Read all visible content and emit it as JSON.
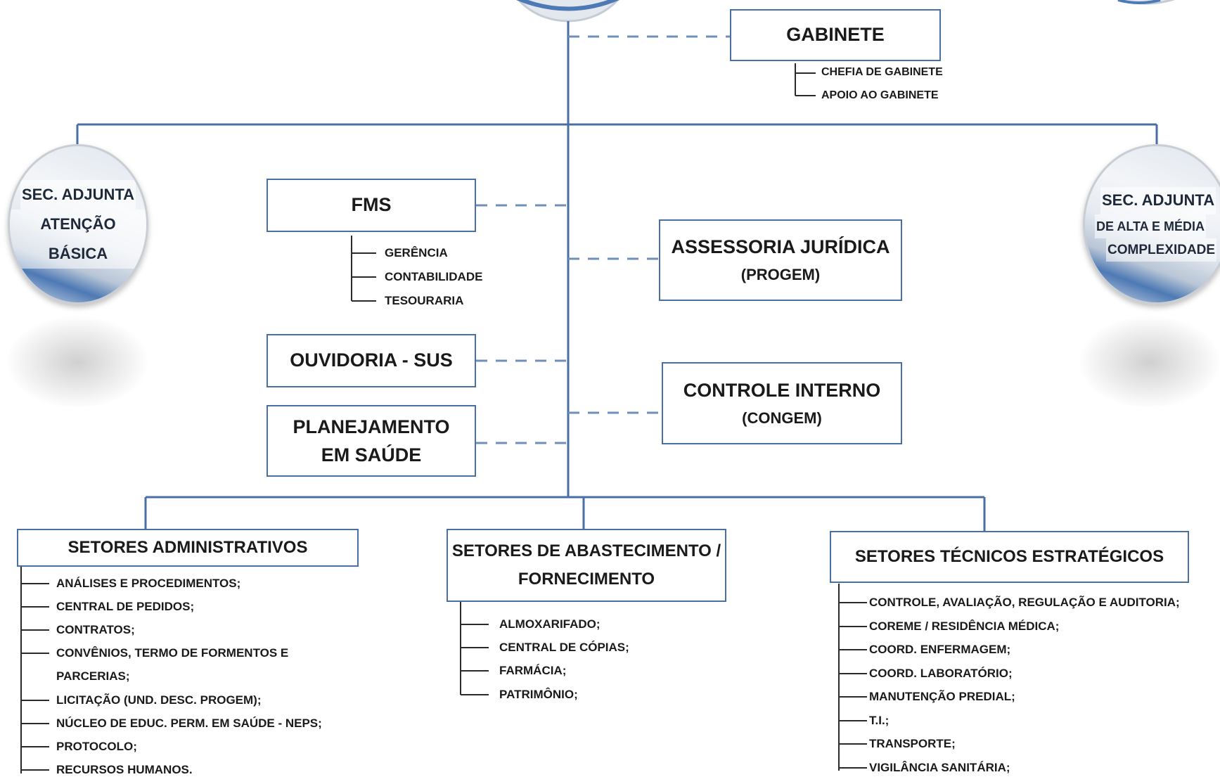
{
  "gabinete": {
    "title": "GABINETE",
    "items": [
      "CHEFIA DE GABINETE",
      "APOIO AO GABINETE"
    ]
  },
  "sec_basica": {
    "line1": "SEC. ADJUNTA",
    "line2": "ATENÇÃO BÁSICA"
  },
  "sec_alta": {
    "line1": "SEC. ADJUNTA",
    "line2": "DE ALTA E MÉDIA",
    "line3": "COMPLEXIDADE"
  },
  "fms": {
    "title": "FMS",
    "items": [
      "GERÊNCIA",
      "CONTABILIDADE",
      "TESOURARIA"
    ]
  },
  "assessoria": {
    "title": "ASSESSORIA JURÍDICA",
    "subtitle": "(PROGEM)"
  },
  "ouvidoria": {
    "title": "OUVIDORIA - SUS"
  },
  "controle": {
    "title": "CONTROLE INTERNO",
    "subtitle": "(CONGEM)"
  },
  "planejamento": {
    "line1": "PLANEJAMENTO",
    "line2": "EM SAÚDE"
  },
  "setores_adm": {
    "title": "SETORES ADMINISTRATIVOS",
    "items": [
      "ANÁLISES E PROCEDIMENTOS;",
      "CENTRAL DE PEDIDOS;",
      "CONTRATOS;",
      "CONVÊNIOS, TERMO DE FORMENTOS E",
      "PARCERIAS;",
      "LICITAÇÃO (UND. DESC. PROGEM);",
      "NÚCLEO DE EDUC. PERM. EM SAÚDE - NEPS;",
      "PROTOCOLO;",
      "RECURSOS HUMANOS."
    ]
  },
  "setores_abast": {
    "line1": "SETORES DE ABASTECIMENTO /",
    "line2": "FORNECIMENTO",
    "items": [
      "ALMOXARIFADO;",
      "CENTRAL DE CÓPIAS;",
      "FARMÁCIA;",
      "PATRIMÔNIO;"
    ]
  },
  "setores_tec": {
    "title": "SETORES TÉCNICOS ESTRATÉGICOS",
    "items": [
      "CONTROLE, AVALIAÇÃO, REGULAÇÃO E AUDITORIA;",
      "COREME / RESIDÊNCIA MÉDICA;",
      "COORD. ENFERMAGEM;",
      "COORD. LABORATÓRIO;",
      "MANUTENÇÃO PREDIAL;",
      "T.I.;",
      "TRANSPORTE;",
      "VIGILÂNCIA SANITÁRIA;"
    ]
  },
  "colors": {
    "line": "#4a6fa5",
    "dash": "#6f8fba",
    "text": "#1a1a1a"
  }
}
